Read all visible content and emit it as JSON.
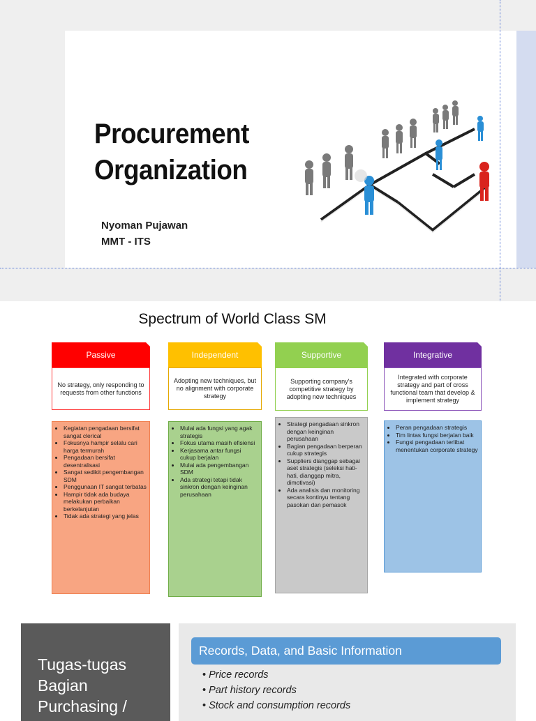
{
  "slide1": {
    "title_line1": "Procurement",
    "title_line2": "Organization",
    "author": "Nyoman Pujawan",
    "affiliation": "MMT - ITS",
    "image": "org-chart-figures-illustration"
  },
  "slide2": {
    "title": "Spectrum of World Class SM",
    "columns": [
      {
        "name": "Passive",
        "color": "#ff0000",
        "description": "No strategy, only responding to requests from other functions",
        "list_color": "#f8a582",
        "items": [
          "Kegiatan pengadaan bersifat sangat clerical",
          "Fokusnya hampir selalu cari harga termurah",
          "Pengadaan bersifat desentralisasi",
          "Sangat sedikit pengembangan SDM",
          "Penggunaan IT sangat terbatas",
          "Hampir tidak ada budaya melakukan perbaikan berkelanjutan",
          "Tidak ada strategi yang jelas"
        ]
      },
      {
        "name": "Independent",
        "color": "#ffc000",
        "description": "Adopting new techniques, but no alignment with corporate strategy",
        "list_color": "#a9d18e",
        "items": [
          "Mulai ada fungsi yang agak strategis",
          "Fokus utama masih efisiensi",
          "Kerjasama antar fungsi cukup berjalan",
          "Mulai ada pengembangan SDM",
          "Ada strategi tetapi tidak sinkron dengan keinginan perusahaan"
        ]
      },
      {
        "name": "Supportive",
        "color": "#92d050",
        "description": "Supporting company's competitive strategy by adopting new techniques",
        "list_color": "#c9c9c9",
        "items": [
          "Strategi pengadaan sinkron dengan keinginan perusahaan",
          "Bagian pengadaan berperan cukup strategis",
          "Suppliers dianggap sebagai aset strategis (seleksi hati-hati, dianggap mitra, dimotivasi)",
          "Ada analisis dan monitoring secara kontinyu tentang pasokan dan pemasok"
        ]
      },
      {
        "name": "Integrative",
        "color": "#7030a0",
        "description": "Integrated with corporate strategy and part of cross functional team  that develop  & implement strategy",
        "list_color": "#9dc3e6",
        "items": [
          "Peran pengadaan strategis",
          "Tim lintas fungsi berjalan baik",
          "Fungsi pengadaan terlibat menentukan corporate strategy"
        ]
      }
    ]
  },
  "slide3": {
    "left_title": [
      "Tugas-tugas",
      "Bagian",
      "Purchasing /"
    ],
    "banner": "Records, Data, and Basic Information",
    "items": [
      "Price records",
      "Part history records",
      "Stock and consumption records"
    ]
  }
}
